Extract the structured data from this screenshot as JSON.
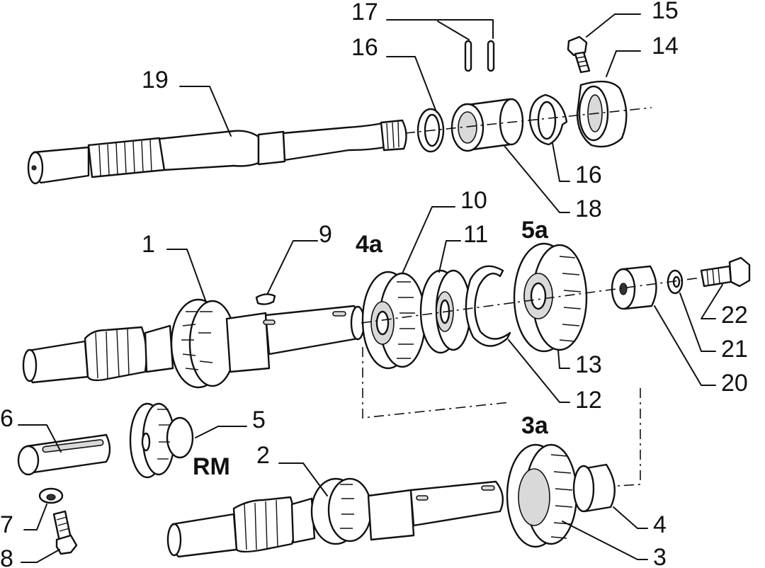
{
  "callouts": {
    "c1": "1",
    "c2": "2",
    "c3": "3",
    "c4": "4",
    "c5": "5",
    "c6": "6",
    "c7": "7",
    "c8": "8",
    "c9": "9",
    "c10": "10",
    "c11": "11",
    "c12": "12",
    "c13": "13",
    "c14": "14",
    "c15": "15",
    "c16a": "16",
    "c16b": "16",
    "c17": "17",
    "c18": "18",
    "c19": "19",
    "c20": "20",
    "c21": "21",
    "c22": "22"
  },
  "gear_labels": {
    "g4a": "4a",
    "g5a": "5a",
    "g3a": "3a",
    "grm": "RM"
  }
}
